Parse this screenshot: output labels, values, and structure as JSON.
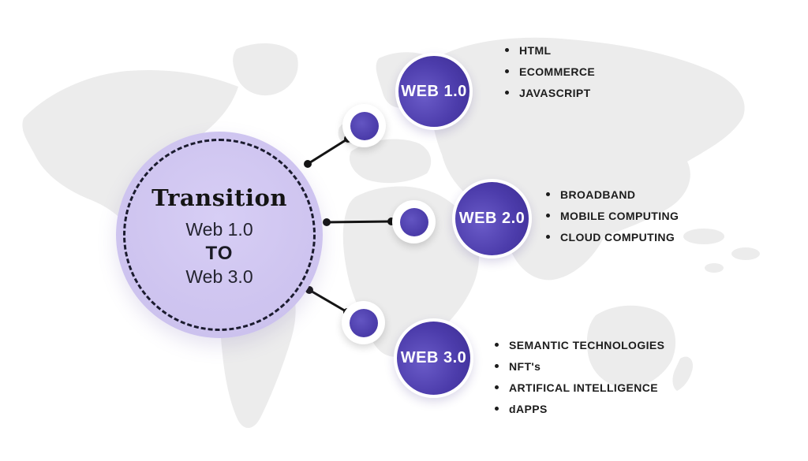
{
  "hub": {
    "title": "Transition",
    "from_label": "Web 1.0",
    "connector_word": "TO",
    "to_label": "Web 3.0"
  },
  "sections": [
    {
      "label": "WEB 1.0",
      "items": [
        "HTML",
        "ECOMMERCE",
        "JAVASCRIPT"
      ]
    },
    {
      "label": "WEB 2.0",
      "items": [
        "BROADBAND",
        "MOBILE COMPUTING",
        "CLOUD COMPUTING"
      ]
    },
    {
      "label": "WEB 3.0",
      "items": [
        "SEMANTIC TECHNOLOGIES",
        "NFT's",
        "ARTIFICAL INTELLIGENCE",
        "dAPPS"
      ]
    }
  ],
  "colors": {
    "hub_fill": "#cfc5f0",
    "bubble_purple_dark": "#3b2c91",
    "bubble_purple_light": "#6a5bc8",
    "connector_black": "#141414",
    "map_gray": "#ececec",
    "text_dark": "#1c1c1c"
  }
}
